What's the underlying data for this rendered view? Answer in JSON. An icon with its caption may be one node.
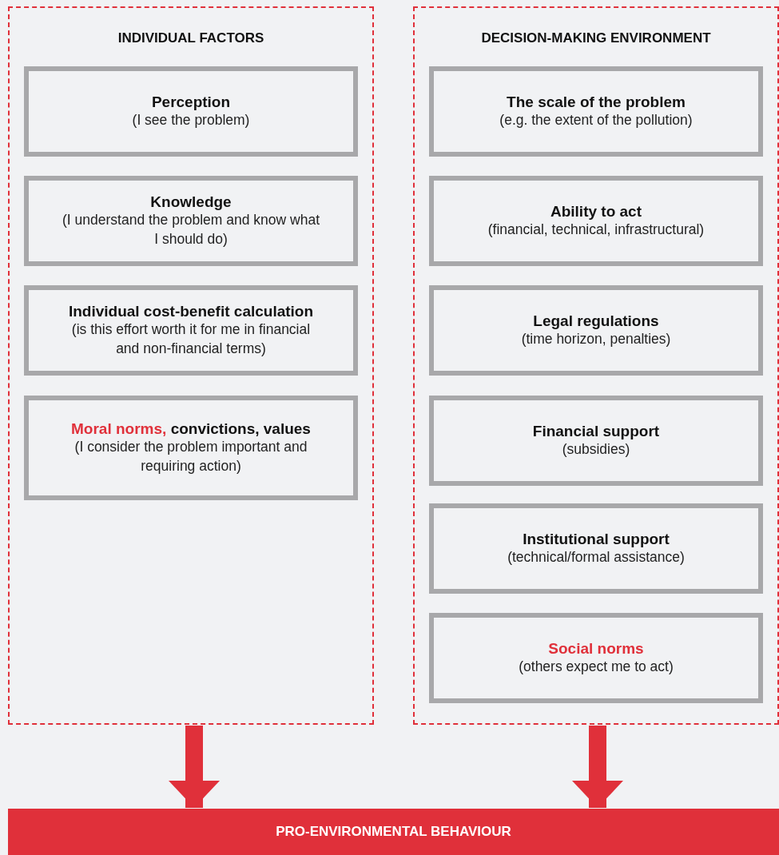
{
  "diagram": {
    "nodes": [
      {
        "text": [
          "INDIVIDUAL FACTORS"
        ]
      },
      {
        "text": [
          "Perception",
          "(I see the problem)"
        ],
        "in": 0
      },
      {
        "text": [
          "Knowledge",
          "(I understand the problem and know what I should do)"
        ],
        "in": 0
      },
      {
        "text": [
          "Individual cost-benefit calculation",
          "(is this effort worth it for me in financial and non-financial terms)"
        ],
        "in": 0
      },
      {
        "text": [
          "**Moral norms,** convictions, values",
          "(I consider the problem important and requiring action)"
        ],
        "in": 0
      },
      {
        "text": [
          "DECISION-MAKING ENVIRONMENT"
        ]
      },
      {
        "text": [
          "The scale of the problem",
          "(e.g. the extent of the pollution)"
        ],
        "in": 5
      },
      {
        "text": [
          "Ability to act",
          "(financial, technical, infrastructural)"
        ],
        "in": 5
      },
      {
        "text": [
          "Legal regulations",
          "(time horizon, penalties)"
        ],
        "in": 5
      },
      {
        "text": [
          "Financial support",
          "(subsidies)"
        ],
        "in": 5
      },
      {
        "text": [
          "Institutional support",
          "(technical/formal assistance)"
        ],
        "in": 5
      },
      {
        "text": [
          "**Social norms**",
          "(others expect me to act)"
        ],
        "in": 5
      },
      {
        "text": [
          "PRO-ENVIRONMENTAL BEHAVIOUR"
        ]
      }
    ],
    "edges": [
      {
        "from": 0,
        "to": 12,
        "arrow": "to"
      },
      {
        "from": 5,
        "to": 12,
        "arrow": "to"
      }
    ]
  }
}
